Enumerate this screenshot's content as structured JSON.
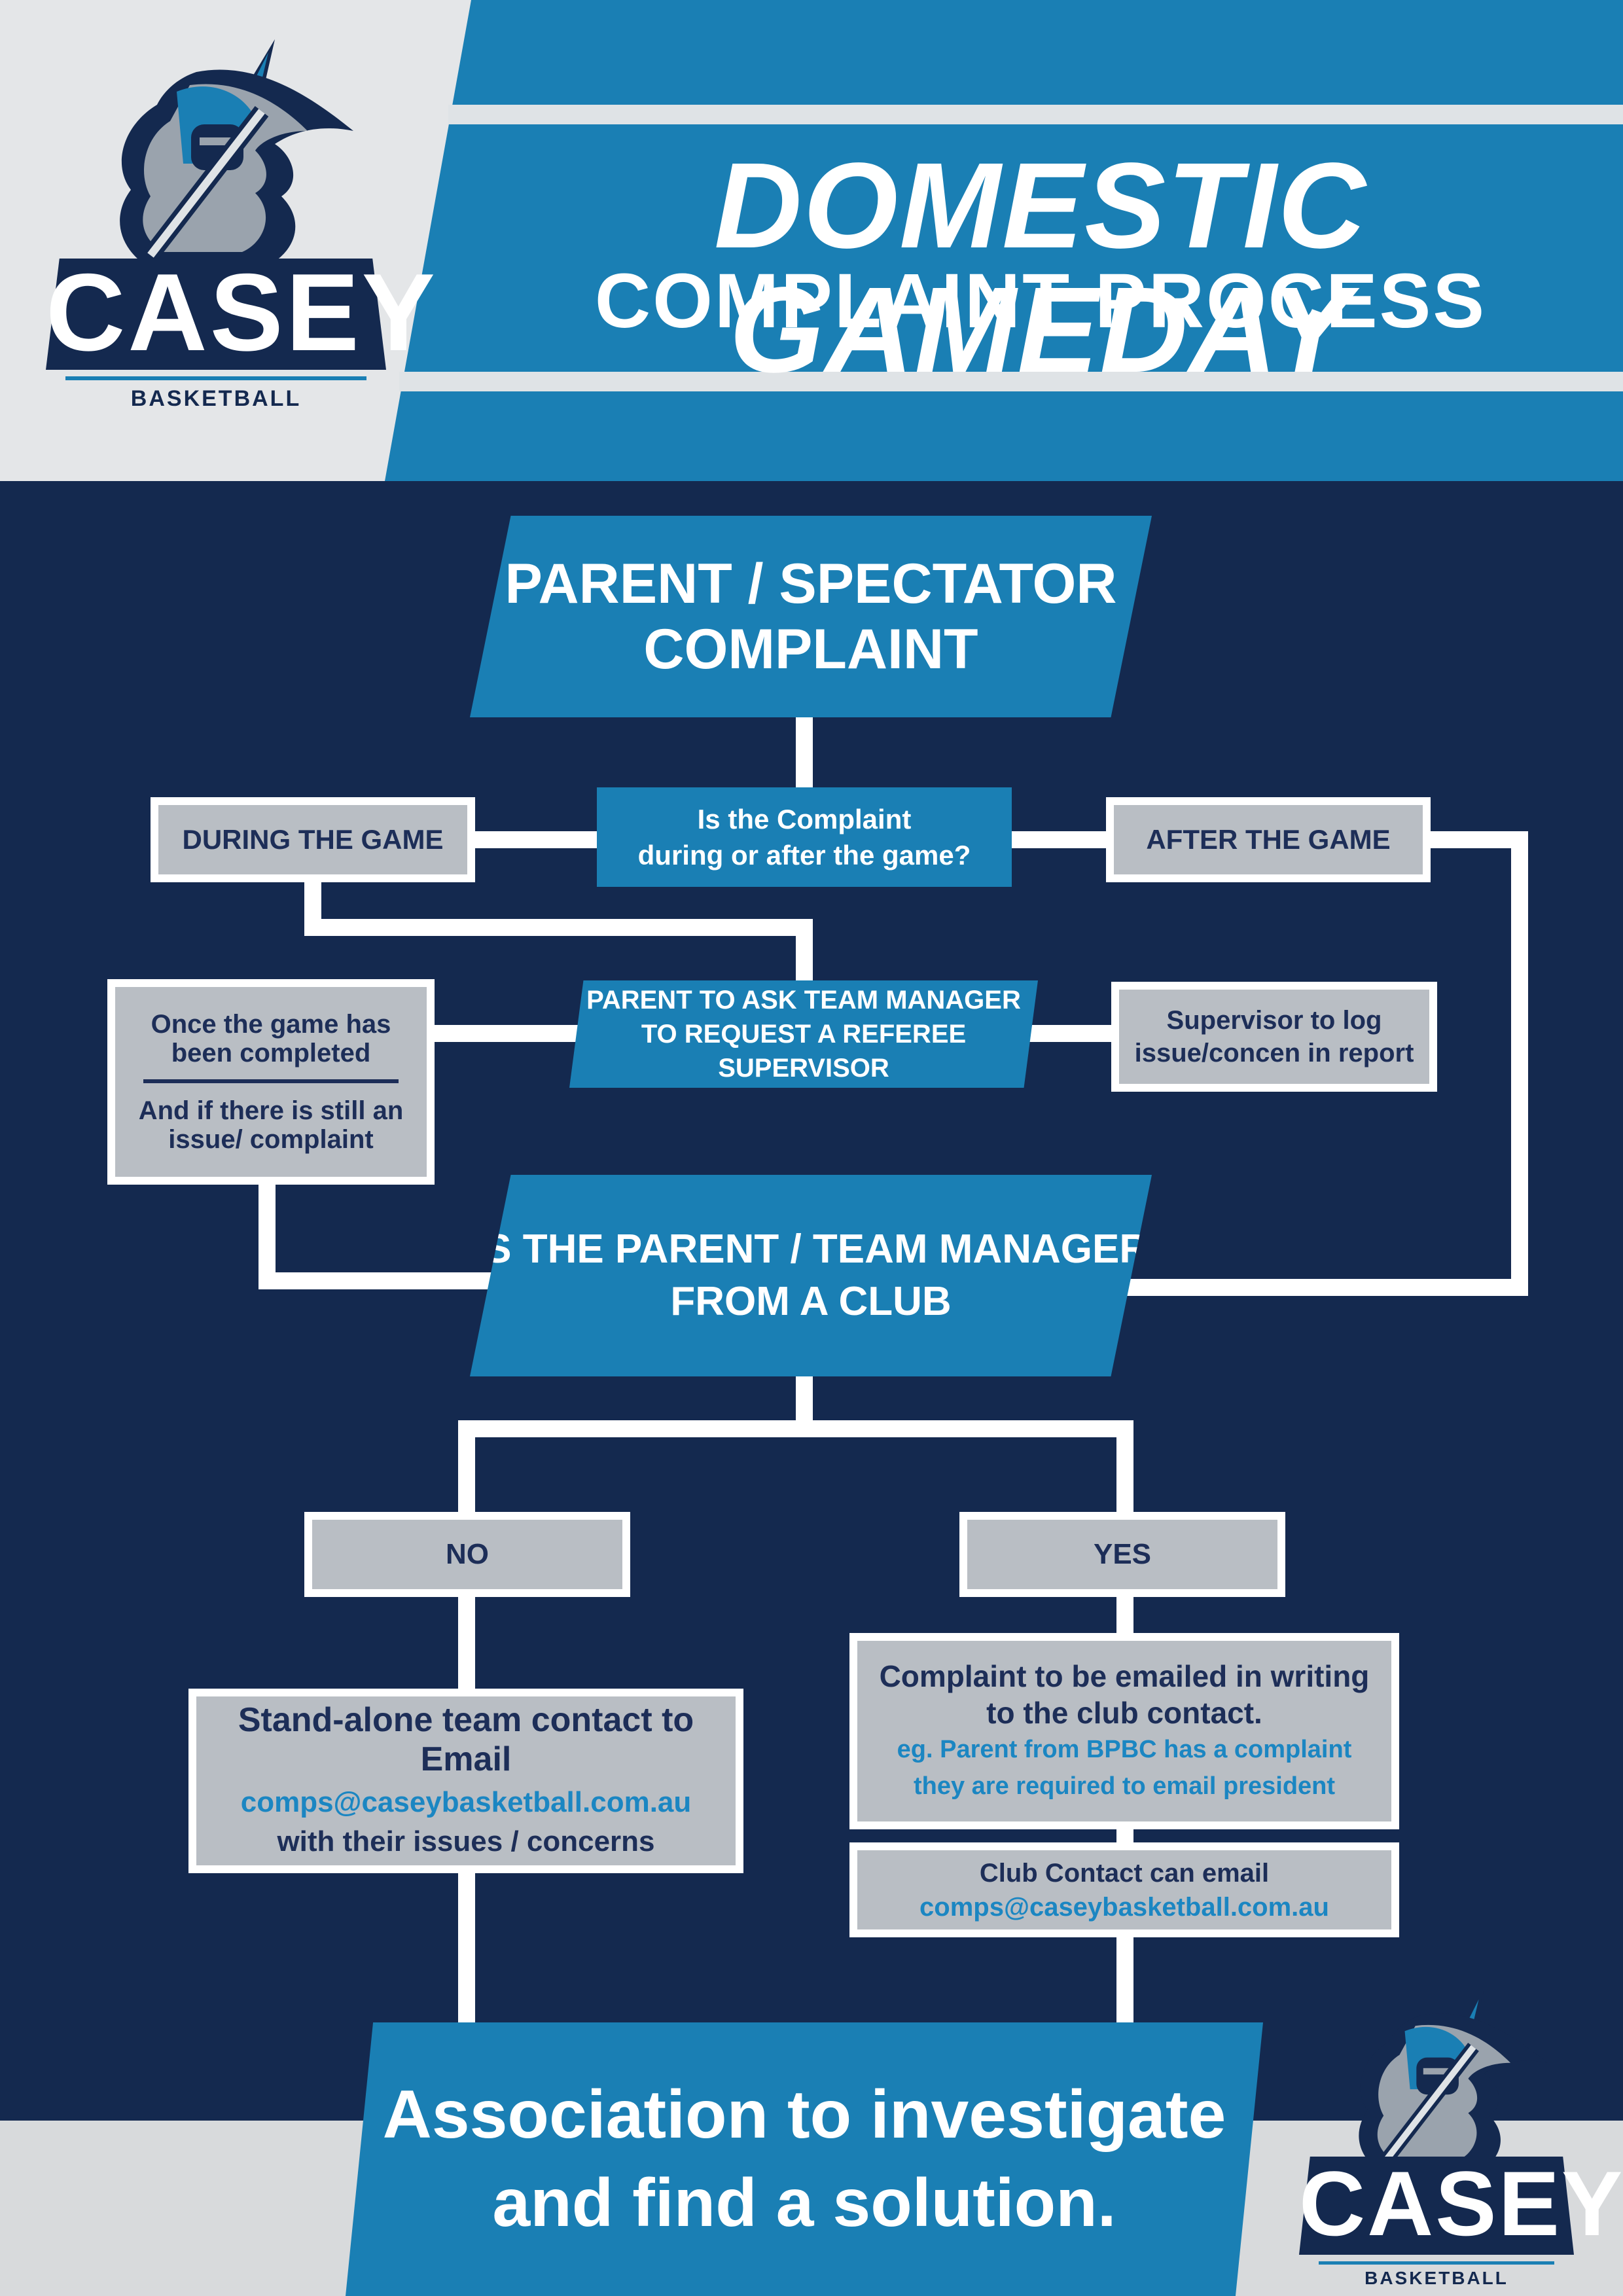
{
  "header": {
    "title_line1": "DOMESTIC GAMEDAY",
    "title_line2": "COMPLAINT PROCESS",
    "logo_text": "CASEY",
    "logo_subtext": "BASKETBALL"
  },
  "flow": {
    "start": [
      "PARENT / SPECTATOR",
      "COMPLAINT"
    ],
    "question": [
      "Is the Complaint",
      "during or after the game?"
    ],
    "during": "DURING THE GAME",
    "after": "AFTER THE GAME",
    "ask_manager": [
      "PARENT TO ASK TEAM MANAGER",
      "TO REQUEST A REFEREE SUPERVISOR"
    ],
    "once_completed": [
      "Once the game has",
      "been completed"
    ],
    "still_issue": [
      "And if there is still an",
      "issue/ complaint"
    ],
    "supervisor_log": [
      "Supervisor to log",
      "issue/concen in report"
    ],
    "from_club": [
      "IS THE PARENT / TEAM MANAGER",
      "FROM A CLUB"
    ],
    "no": "NO",
    "yes": "YES",
    "standalone": {
      "heading": "Stand-alone team contact to Email",
      "email": "comps@caseybasketball.com.au",
      "tail": "with their issues / concerns"
    },
    "club_email": {
      "line1": "Complaint to be emailed in writing",
      "line2": "to the club contact.",
      "example1": "eg. Parent from BPBC has a complaint",
      "example2": "they are required to email president"
    },
    "club_contact": {
      "line1": "Club Contact can email",
      "email": "comps@caseybasketball.com.au"
    },
    "final": [
      "Association to investigate",
      "and find a solution."
    ]
  },
  "colors": {
    "navy": "#14294f",
    "blue": "#1a7fb4",
    "grey_box": "#b9bec4",
    "text_navy": "#1d2e58",
    "link": "#1b86c2"
  }
}
